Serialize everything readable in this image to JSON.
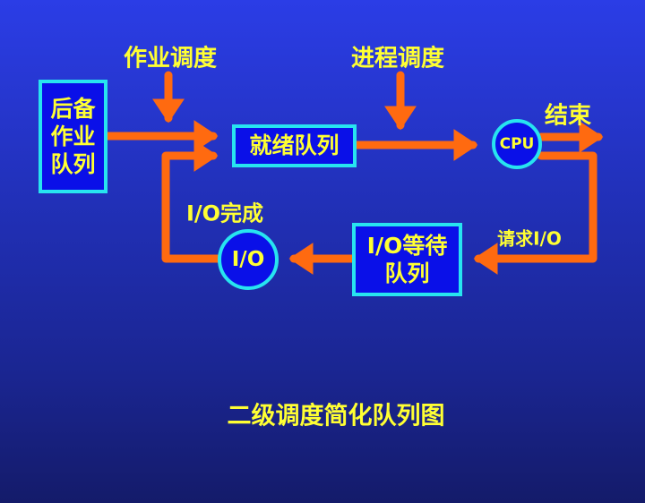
{
  "labels": {
    "job_scheduling": "作业调度",
    "process_scheduling": "进程调度",
    "end": "结束",
    "io_complete": "I/O完成",
    "io_request": "请求I/O"
  },
  "nodes": {
    "backup_queue_l1": "后备",
    "backup_queue_l2": "作业",
    "backup_queue_l3": "队列",
    "ready_queue": "就绪队列",
    "cpu": "CPU",
    "io": "I/O",
    "io_wait_l1": "I/O等待",
    "io_wait_l2": "队列"
  },
  "title": "二级调度简化队列图",
  "colors": {
    "arrow": "#ff6a10",
    "text": "#ffff33",
    "border": "#27e4f0",
    "box": "#0a10e8"
  }
}
